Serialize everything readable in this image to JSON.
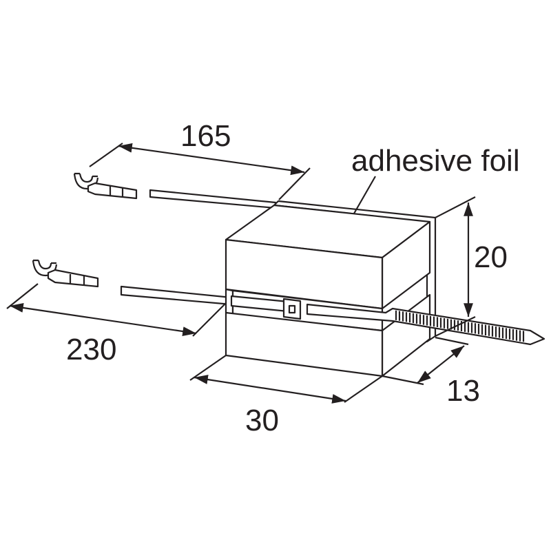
{
  "labels": {
    "adhesive_foil": "adhesive foil",
    "dim_165": "165",
    "dim_230": "230",
    "dim_30": "30",
    "dim_20": "20",
    "dim_13": "13"
  },
  "colors": {
    "ink": "#231f20",
    "background": "#ffffff"
  }
}
